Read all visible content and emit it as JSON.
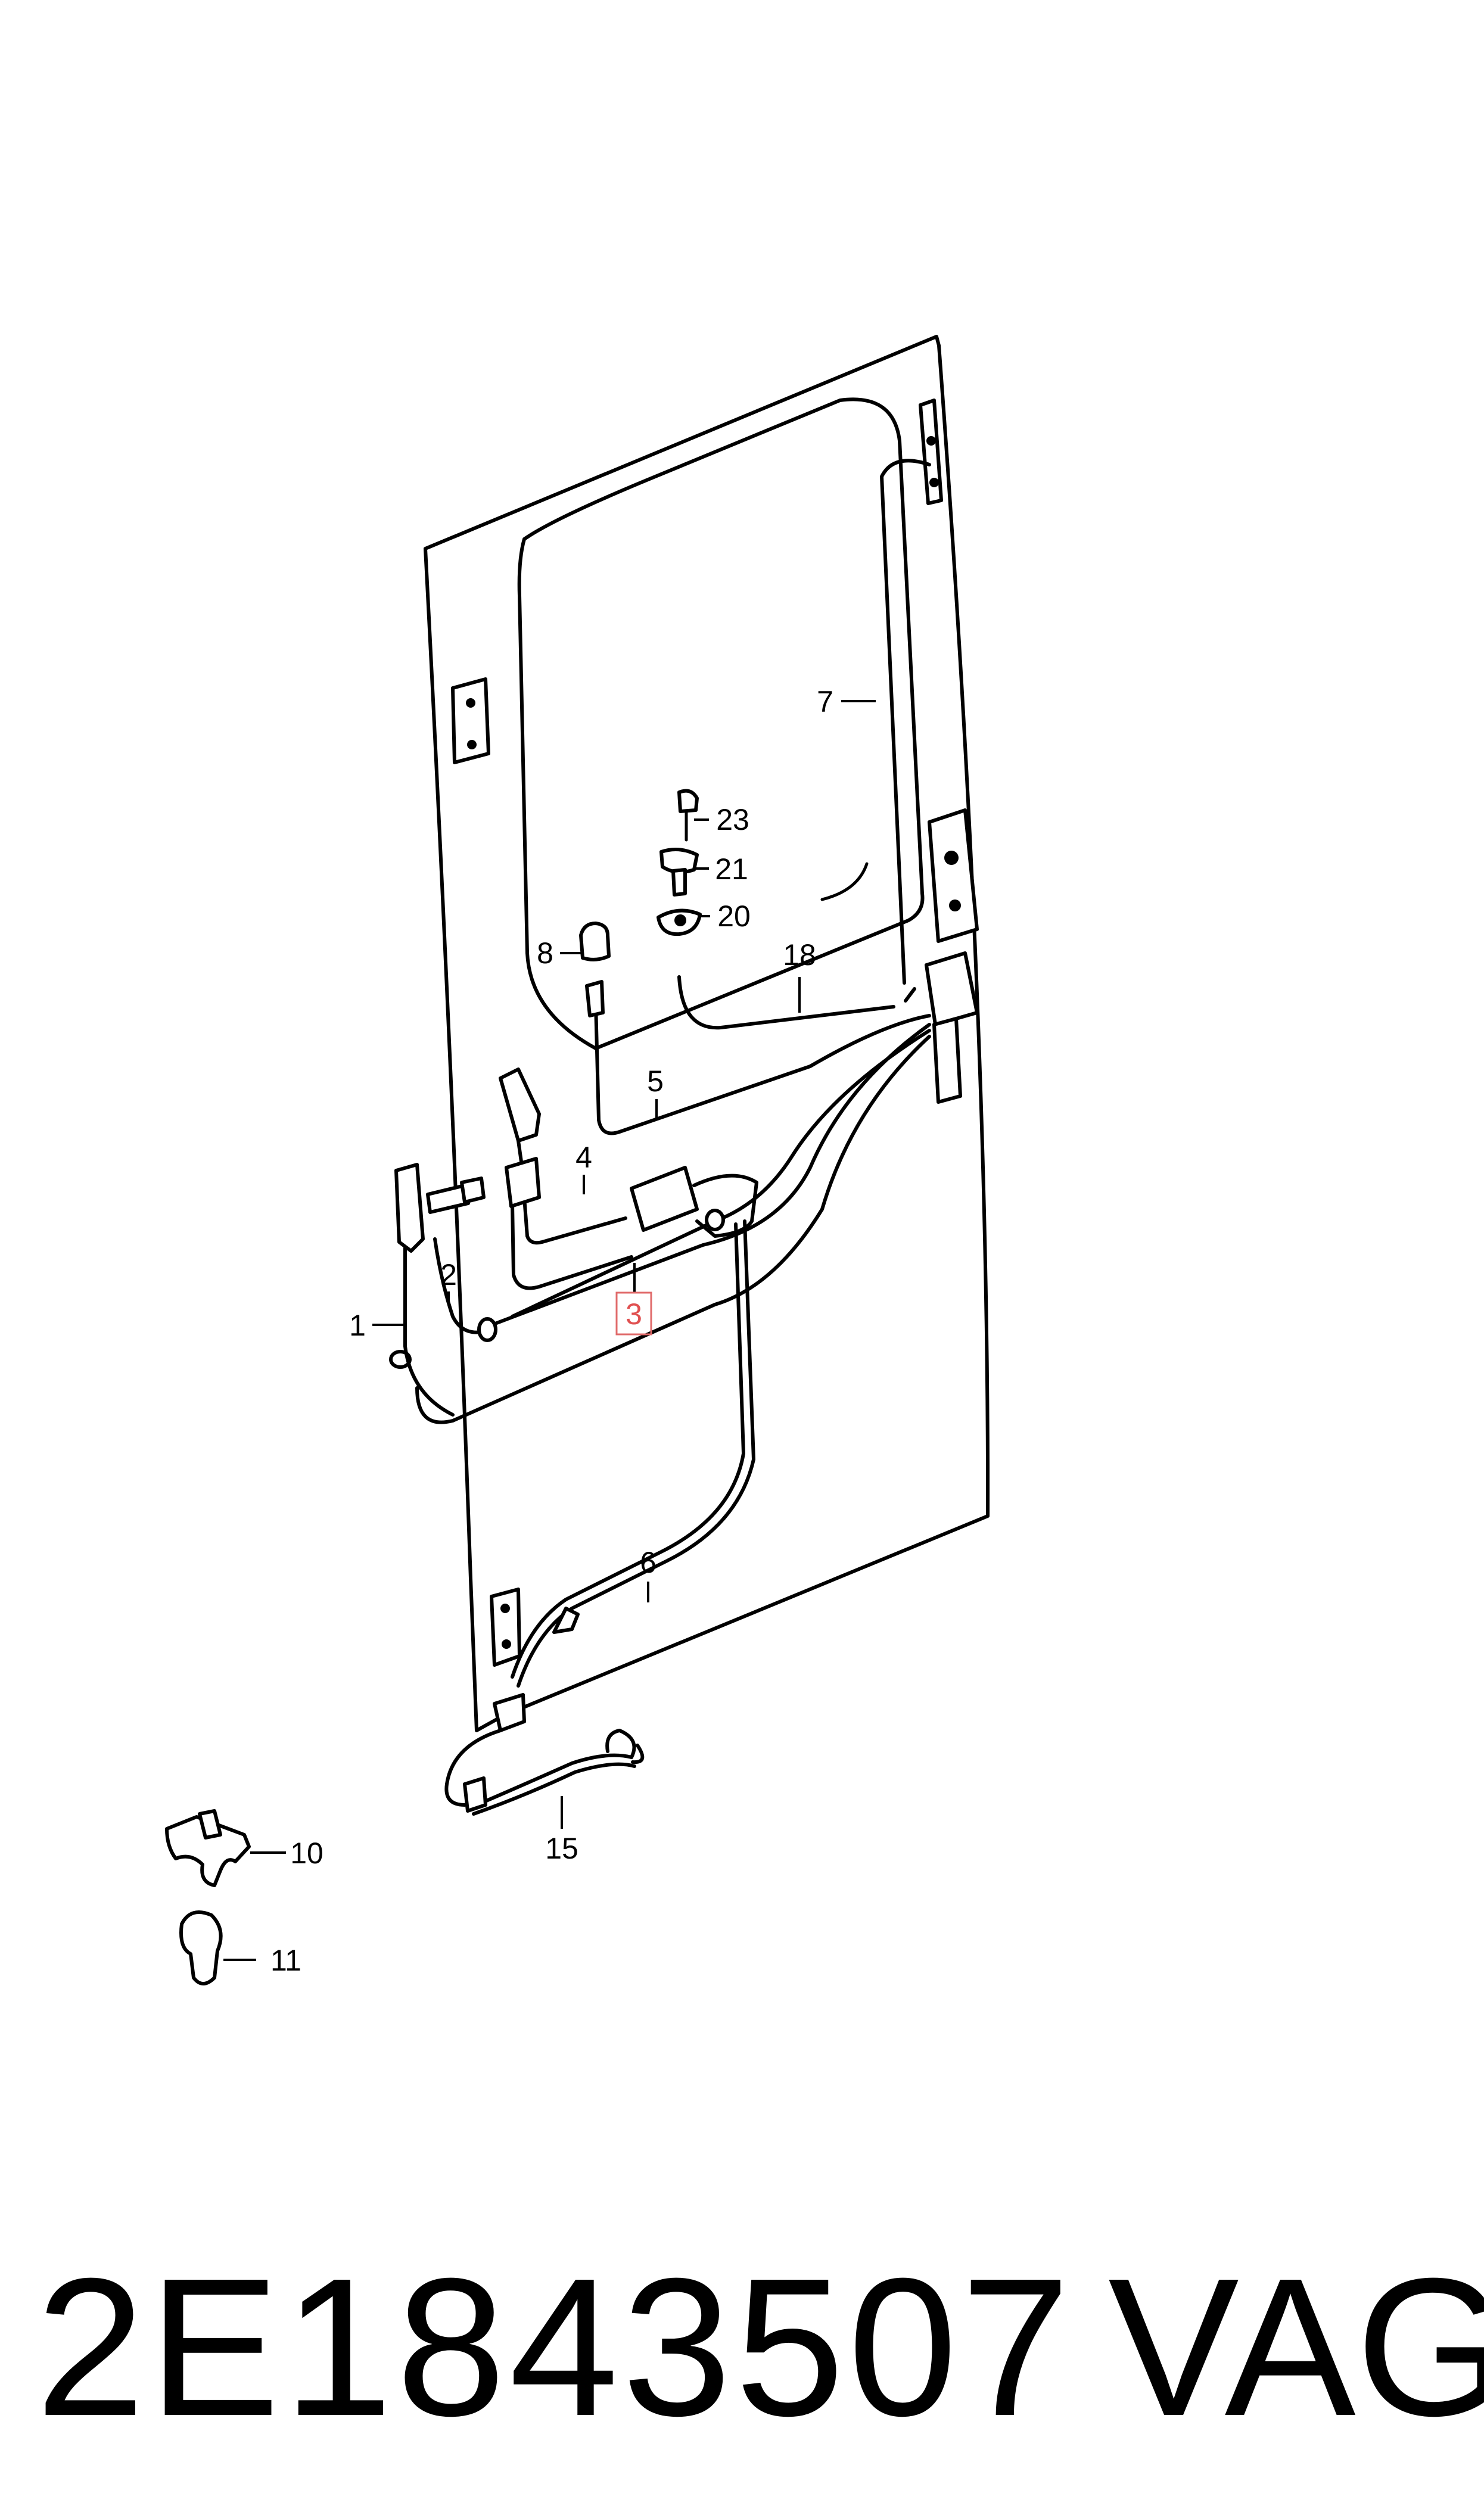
{
  "callouts": {
    "c1": "1",
    "c2": "2",
    "c3": "3",
    "c4": "4",
    "c5": "5",
    "c6": "6",
    "c7": "7",
    "c8": "8",
    "c10": "10",
    "c11": "11",
    "c15": "15",
    "c18": "18",
    "c20": "20",
    "c21": "21",
    "c23": "23"
  },
  "highlighted_callout": "3",
  "colors": {
    "highlight": "#e06a6a",
    "ink": "#000000"
  },
  "caption": {
    "part_number": "2E1843507",
    "brand": "VAG"
  }
}
